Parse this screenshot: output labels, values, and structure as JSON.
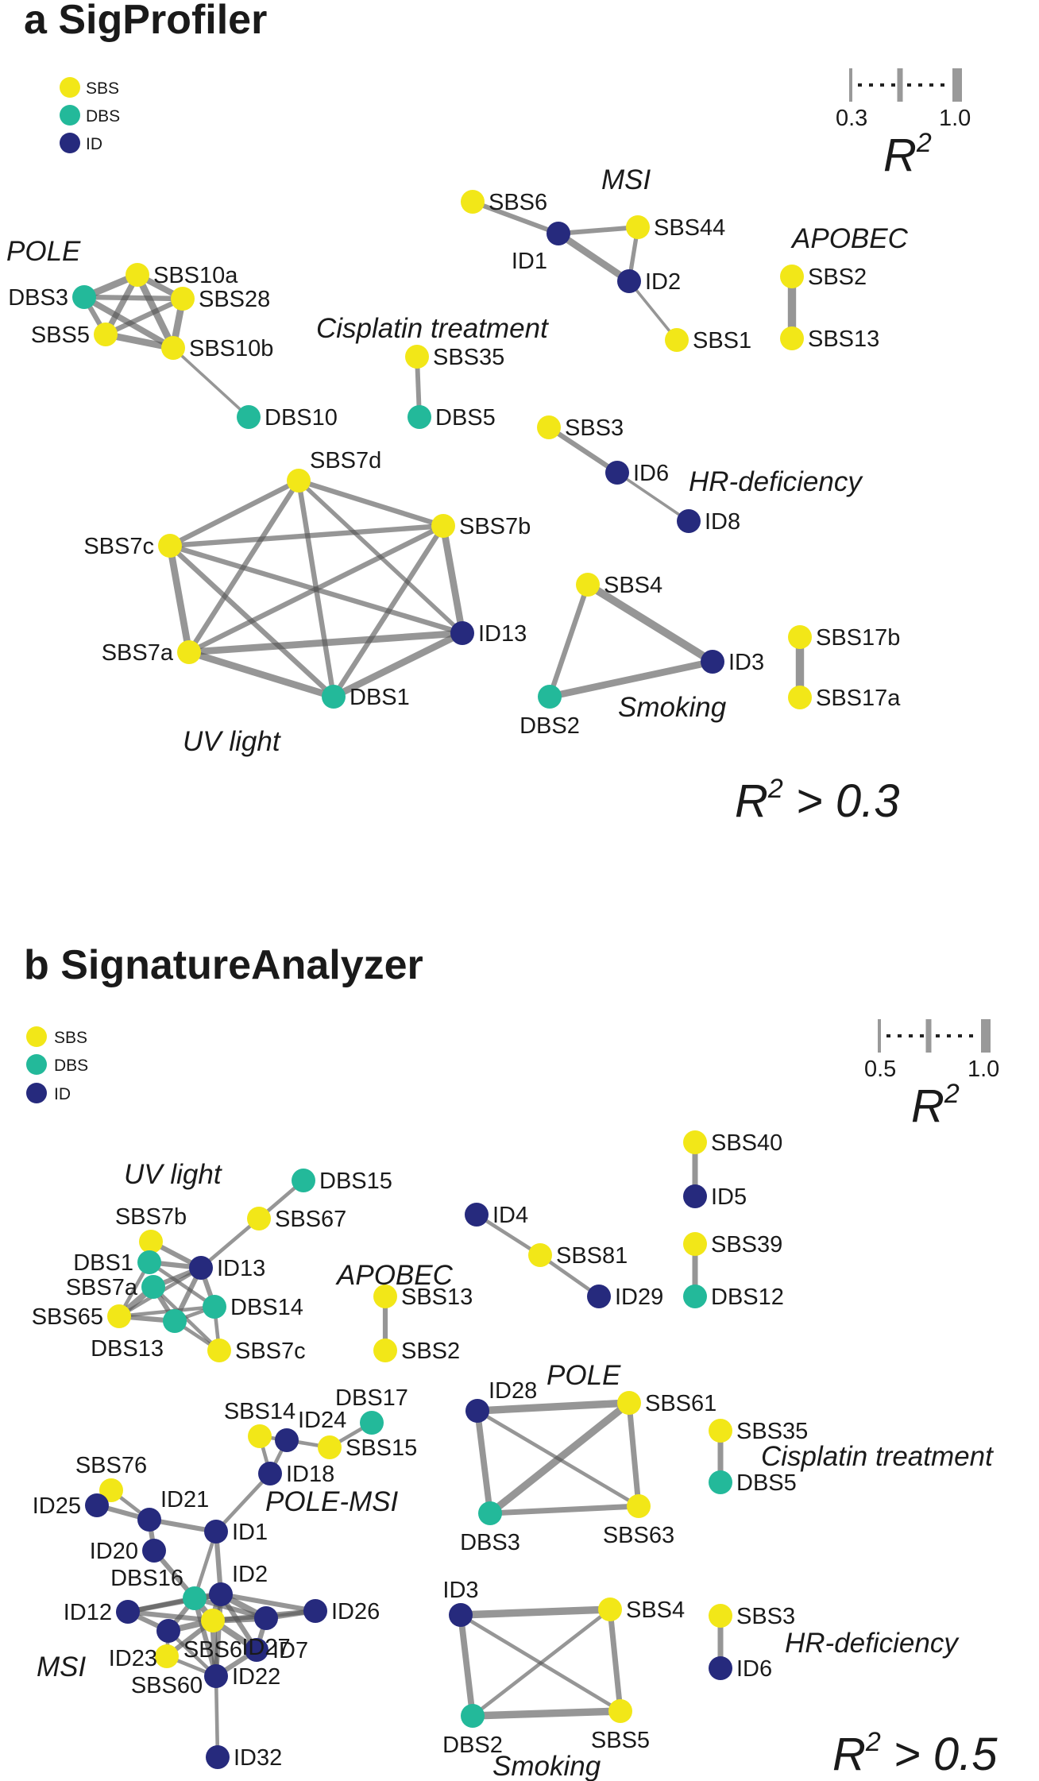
{
  "colors": {
    "SBS": "#f2e718",
    "DBS": "#23b99a",
    "ID": "#262a7d",
    "edge": "#555555"
  },
  "panels": [
    {
      "id": "a",
      "title": "a SigProfiler",
      "legend": [
        {
          "type": "SBS",
          "label": "SBS"
        },
        {
          "type": "DBS",
          "label": "DBS"
        },
        {
          "type": "ID",
          "label": "ID"
        }
      ],
      "scale": {
        "min_label": "0.3",
        "max_label": "1.0",
        "axis_label": "R",
        "axis_sup": "2"
      },
      "threshold": {
        "prefix": "R",
        "sup": "2",
        "suffix": " > 0.3"
      },
      "groups": [
        "POLE",
        "MSI",
        "APOBEC",
        "Cisplatin treatment",
        "HR-deficiency",
        "UV light",
        "Smoking"
      ],
      "nodes": [
        {
          "id": "SBS6",
          "type": "SBS"
        },
        {
          "id": "SBS44",
          "type": "SBS"
        },
        {
          "id": "ID1",
          "type": "ID"
        },
        {
          "id": "ID2",
          "type": "ID"
        },
        {
          "id": "SBS1",
          "type": "SBS"
        },
        {
          "id": "SBS2",
          "type": "SBS"
        },
        {
          "id": "SBS13",
          "type": "SBS"
        },
        {
          "id": "DBS3",
          "type": "DBS"
        },
        {
          "id": "SBS10a",
          "type": "SBS"
        },
        {
          "id": "SBS28",
          "type": "SBS"
        },
        {
          "id": "SBS5",
          "type": "SBS"
        },
        {
          "id": "SBS10b",
          "type": "SBS"
        },
        {
          "id": "DBS10",
          "type": "DBS"
        },
        {
          "id": "SBS35",
          "type": "SBS"
        },
        {
          "id": "DBS5",
          "type": "DBS"
        },
        {
          "id": "SBS3",
          "type": "SBS"
        },
        {
          "id": "ID6",
          "type": "ID"
        },
        {
          "id": "ID8",
          "type": "ID"
        },
        {
          "id": "SBS7d",
          "type": "SBS"
        },
        {
          "id": "SBS7b",
          "type": "SBS"
        },
        {
          "id": "SBS7c",
          "type": "SBS"
        },
        {
          "id": "ID13",
          "type": "ID"
        },
        {
          "id": "SBS7a",
          "type": "SBS"
        },
        {
          "id": "DBS1",
          "type": "DBS"
        },
        {
          "id": "SBS4",
          "type": "SBS"
        },
        {
          "id": "ID3",
          "type": "ID"
        },
        {
          "id": "DBS2",
          "type": "DBS"
        },
        {
          "id": "SBS17b",
          "type": "SBS"
        },
        {
          "id": "SBS17a",
          "type": "SBS"
        }
      ],
      "edges": [
        {
          "source": "SBS6",
          "target": "ID1",
          "r2": 0.55
        },
        {
          "source": "SBS44",
          "target": "ID1",
          "r2": 0.55
        },
        {
          "source": "SBS44",
          "target": "ID2",
          "r2": 0.5
        },
        {
          "source": "ID1",
          "target": "ID2",
          "r2": 0.8
        },
        {
          "source": "ID2",
          "target": "SBS1",
          "r2": 0.35
        },
        {
          "source": "SBS2",
          "target": "SBS13",
          "r2": 0.95
        },
        {
          "source": "DBS3",
          "target": "SBS10a",
          "r2": 0.8
        },
        {
          "source": "DBS3",
          "target": "SBS28",
          "r2": 0.6
        },
        {
          "source": "DBS3",
          "target": "SBS5",
          "r2": 0.6
        },
        {
          "source": "DBS3",
          "target": "SBS10b",
          "r2": 0.7
        },
        {
          "source": "SBS10a",
          "target": "SBS28",
          "r2": 0.7
        },
        {
          "source": "SBS10a",
          "target": "SBS5",
          "r2": 0.7
        },
        {
          "source": "SBS10a",
          "target": "SBS10b",
          "r2": 0.8
        },
        {
          "source": "SBS28",
          "target": "SBS5",
          "r2": 0.6
        },
        {
          "source": "SBS28",
          "target": "SBS10b",
          "r2": 0.8
        },
        {
          "source": "SBS5",
          "target": "SBS10b",
          "r2": 0.8
        },
        {
          "source": "SBS10b",
          "target": "DBS10",
          "r2": 0.35
        },
        {
          "source": "SBS35",
          "target": "DBS5",
          "r2": 0.55
        },
        {
          "source": "SBS3",
          "target": "ID6",
          "r2": 0.6
        },
        {
          "source": "ID6",
          "target": "ID8",
          "r2": 0.35
        },
        {
          "source": "SBS7d",
          "target": "SBS7b",
          "r2": 0.6
        },
        {
          "source": "SBS7d",
          "target": "SBS7c",
          "r2": 0.6
        },
        {
          "source": "SBS7d",
          "target": "ID13",
          "r2": 0.5
        },
        {
          "source": "SBS7d",
          "target": "SBS7a",
          "r2": 0.6
        },
        {
          "source": "SBS7d",
          "target": "DBS1",
          "r2": 0.6
        },
        {
          "source": "SBS7b",
          "target": "SBS7c",
          "r2": 0.6
        },
        {
          "source": "SBS7b",
          "target": "ID13",
          "r2": 0.8
        },
        {
          "source": "SBS7b",
          "target": "SBS7a",
          "r2": 0.6
        },
        {
          "source": "SBS7b",
          "target": "DBS1",
          "r2": 0.6
        },
        {
          "source": "SBS7c",
          "target": "ID13",
          "r2": 0.6
        },
        {
          "source": "SBS7c",
          "target": "SBS7a",
          "r2": 0.8
        },
        {
          "source": "SBS7c",
          "target": "DBS1",
          "r2": 0.6
        },
        {
          "source": "SBS7a",
          "target": "ID13",
          "r2": 0.8
        },
        {
          "source": "SBS7a",
          "target": "DBS1",
          "r2": 0.8
        },
        {
          "source": "ID13",
          "target": "DBS1",
          "r2": 0.8
        },
        {
          "source": "SBS4",
          "target": "ID3",
          "r2": 0.9
        },
        {
          "source": "SBS4",
          "target": "DBS2",
          "r2": 0.6
        },
        {
          "source": "ID3",
          "target": "DBS2",
          "r2": 0.8
        },
        {
          "source": "SBS17b",
          "target": "SBS17a",
          "r2": 0.95
        }
      ]
    },
    {
      "id": "b",
      "title": "b SignatureAnalyzer",
      "legend": [
        {
          "type": "SBS",
          "label": "SBS"
        },
        {
          "type": "DBS",
          "label": "DBS"
        },
        {
          "type": "ID",
          "label": "ID"
        }
      ],
      "scale": {
        "min_label": "0.5",
        "max_label": "1.0",
        "axis_label": "R",
        "axis_sup": "2"
      },
      "threshold": {
        "prefix": "R",
        "sup": "2",
        "suffix": " > 0.5"
      },
      "groups": [
        "UV light",
        "APOBEC",
        "POLE",
        "Cisplatin treatment",
        "POLE-MSI",
        "HR-deficiency",
        "MSI",
        "Smoking"
      ],
      "nodes": [
        {
          "id": "DBS15",
          "type": "DBS"
        },
        {
          "id": "SBS67",
          "type": "SBS"
        },
        {
          "id": "SBS7b",
          "type": "SBS"
        },
        {
          "id": "ID13",
          "type": "ID"
        },
        {
          "id": "DBS1",
          "type": "DBS"
        },
        {
          "id": "SBS7a",
          "type": "DBS"
        },
        {
          "id": "DBS14",
          "type": "DBS"
        },
        {
          "id": "SBS65",
          "type": "SBS"
        },
        {
          "id": "DBS13",
          "type": "DBS"
        },
        {
          "id": "SBS7c",
          "type": "SBS"
        },
        {
          "id": "SBS13",
          "type": "SBS"
        },
        {
          "id": "SBS2",
          "type": "SBS"
        },
        {
          "id": "ID4",
          "type": "ID"
        },
        {
          "id": "SBS81",
          "type": "SBS"
        },
        {
          "id": "ID29",
          "type": "ID"
        },
        {
          "id": "SBS40",
          "type": "SBS"
        },
        {
          "id": "ID5",
          "type": "ID"
        },
        {
          "id": "SBS39",
          "type": "SBS"
        },
        {
          "id": "DBS12",
          "type": "DBS"
        },
        {
          "id": "ID28",
          "type": "ID"
        },
        {
          "id": "SBS61",
          "type": "SBS"
        },
        {
          "id": "DBS3",
          "type": "DBS"
        },
        {
          "id": "SBS63",
          "type": "SBS"
        },
        {
          "id": "SBS35",
          "type": "SBS"
        },
        {
          "id": "DBS5",
          "type": "DBS"
        },
        {
          "id": "SBS14",
          "type": "SBS"
        },
        {
          "id": "ID24",
          "type": "ID"
        },
        {
          "id": "DBS17",
          "type": "DBS"
        },
        {
          "id": "SBS15",
          "type": "SBS"
        },
        {
          "id": "ID18",
          "type": "ID"
        },
        {
          "id": "SBS76",
          "type": "SBS"
        },
        {
          "id": "ID21",
          "type": "ID"
        },
        {
          "id": "ID25",
          "type": "ID"
        },
        {
          "id": "ID1",
          "type": "ID"
        },
        {
          "id": "ID20",
          "type": "ID"
        },
        {
          "id": "DBS16",
          "type": "DBS"
        },
        {
          "id": "ID2",
          "type": "ID"
        },
        {
          "id": "ID12",
          "type": "ID"
        },
        {
          "id": "ID26",
          "type": "ID"
        },
        {
          "id": "ID27",
          "type": "ID"
        },
        {
          "id": "ID23",
          "type": "ID"
        },
        {
          "id": "SBS6",
          "type": "SBS"
        },
        {
          "id": "ID7",
          "type": "ID"
        },
        {
          "id": "SBS60",
          "type": "SBS"
        },
        {
          "id": "ID22",
          "type": "ID"
        },
        {
          "id": "ID32",
          "type": "ID"
        },
        {
          "id": "ID3",
          "type": "ID"
        },
        {
          "id": "SBS4",
          "type": "SBS"
        },
        {
          "id": "DBS2",
          "type": "DBS"
        },
        {
          "id": "SBS5",
          "type": "SBS"
        },
        {
          "id": "SBS3",
          "type": "SBS"
        },
        {
          "id": "ID6",
          "type": "ID"
        }
      ],
      "edges": [
        {
          "source": "DBS15",
          "target": "SBS67",
          "r2": 0.6
        },
        {
          "source": "SBS67",
          "target": "ID13",
          "r2": 0.6
        },
        {
          "source": "SBS7b",
          "target": "ID13",
          "r2": 0.7
        },
        {
          "source": "SBS7b",
          "target": "DBS1",
          "r2": 0.7
        },
        {
          "source": "ID13",
          "target": "DBS1",
          "r2": 0.7
        },
        {
          "source": "ID13",
          "target": "SBS7a",
          "r2": 0.7
        },
        {
          "source": "ID13",
          "target": "DBS14",
          "r2": 0.7
        },
        {
          "source": "ID13",
          "target": "SBS65",
          "r2": 0.6
        },
        {
          "source": "ID13",
          "target": "DBS13",
          "r2": 0.7
        },
        {
          "source": "DBS1",
          "target": "SBS65",
          "r2": 0.6
        },
        {
          "source": "DBS1",
          "target": "DBS14",
          "r2": 0.6
        },
        {
          "source": "SBS7a",
          "target": "SBS65",
          "r2": 0.8
        },
        {
          "source": "SBS7a",
          "target": "DBS13",
          "r2": 0.7
        },
        {
          "source": "SBS7a",
          "target": "SBS7c",
          "r2": 0.6
        },
        {
          "source": "SBS65",
          "target": "DBS13",
          "r2": 0.7
        },
        {
          "source": "SBS65",
          "target": "DBS14",
          "r2": 0.6
        },
        {
          "source": "DBS13",
          "target": "DBS14",
          "r2": 0.6
        },
        {
          "source": "DBS13",
          "target": "SBS7c",
          "r2": 0.6
        },
        {
          "source": "DBS14",
          "target": "SBS7c",
          "r2": 0.6
        },
        {
          "source": "SBS13",
          "target": "SBS2",
          "r2": 0.7
        },
        {
          "source": "ID4",
          "target": "SBS81",
          "r2": 0.6
        },
        {
          "source": "SBS81",
          "target": "ID29",
          "r2": 0.6
        },
        {
          "source": "SBS40",
          "target": "ID5",
          "r2": 0.75
        },
        {
          "source": "SBS39",
          "target": "DBS12",
          "r2": 0.75
        },
        {
          "source": "ID28",
          "target": "SBS61",
          "r2": 0.9
        },
        {
          "source": "ID28",
          "target": "DBS3",
          "r2": 0.8
        },
        {
          "source": "ID28",
          "target": "SBS63",
          "r2": 0.6
        },
        {
          "source": "SBS61",
          "target": "DBS3",
          "r2": 0.9
        },
        {
          "source": "SBS61",
          "target": "SBS63",
          "r2": 0.75
        },
        {
          "source": "DBS3",
          "target": "SBS63",
          "r2": 0.75
        },
        {
          "source": "SBS35",
          "target": "DBS5",
          "r2": 0.75
        },
        {
          "source": "SBS14",
          "target": "ID24",
          "r2": 0.6
        },
        {
          "source": "SBS14",
          "target": "ID18",
          "r2": 0.6
        },
        {
          "source": "ID24",
          "target": "ID18",
          "r2": 0.6
        },
        {
          "source": "ID24",
          "target": "SBS15",
          "r2": 0.6
        },
        {
          "source": "SBS15",
          "target": "DBS17",
          "r2": 0.6
        },
        {
          "source": "ID18",
          "target": "ID1",
          "r2": 0.6
        },
        {
          "source": "SBS76",
          "target": "ID21",
          "r2": 0.6
        },
        {
          "source": "ID25",
          "target": "ID21",
          "r2": 0.7
        },
        {
          "source": "ID21",
          "target": "ID1",
          "r2": 0.7
        },
        {
          "source": "ID21",
          "target": "ID20",
          "r2": 0.7
        },
        {
          "source": "ID20",
          "target": "DBS16",
          "r2": 0.7
        },
        {
          "source": "ID1",
          "target": "DBS16",
          "r2": 0.6
        },
        {
          "source": "ID1",
          "target": "ID2",
          "r2": 0.7
        },
        {
          "source": "DBS16",
          "target": "ID2",
          "r2": 0.8
        },
        {
          "source": "DBS16",
          "target": "ID12",
          "r2": 0.7
        },
        {
          "source": "DBS16",
          "target": "ID23",
          "r2": 0.7
        },
        {
          "source": "DBS16",
          "target": "SBS6",
          "r2": 0.8
        },
        {
          "source": "DBS16",
          "target": "ID27",
          "r2": 0.7
        },
        {
          "source": "DBS16",
          "target": "ID22",
          "r2": 0.7
        },
        {
          "source": "ID2",
          "target": "ID12",
          "r2": 0.7
        },
        {
          "source": "ID2",
          "target": "ID26",
          "r2": 0.7
        },
        {
          "source": "ID2",
          "target": "ID27",
          "r2": 0.8
        },
        {
          "source": "ID2",
          "target": "SBS6",
          "r2": 0.9
        },
        {
          "source": "ID2",
          "target": "ID7",
          "r2": 0.7
        },
        {
          "source": "ID2",
          "target": "ID22",
          "r2": 0.7
        },
        {
          "source": "ID12",
          "target": "ID23",
          "r2": 0.7
        },
        {
          "source": "ID12",
          "target": "SBS6",
          "r2": 0.7
        },
        {
          "source": "ID23",
          "target": "SBS6",
          "r2": 0.8
        },
        {
          "source": "ID23",
          "target": "SBS60",
          "r2": 0.6
        },
        {
          "source": "ID23",
          "target": "ID22",
          "r2": 0.6
        },
        {
          "source": "SBS6",
          "target": "ID27",
          "r2": 0.8
        },
        {
          "source": "SBS6",
          "target": "ID7",
          "r2": 0.8
        },
        {
          "source": "SBS6",
          "target": "ID22",
          "r2": 0.8
        },
        {
          "source": "SBS6",
          "target": "SBS60",
          "r2": 0.7
        },
        {
          "source": "SBS6",
          "target": "ID26",
          "r2": 0.7
        },
        {
          "source": "ID27",
          "target": "ID26",
          "r2": 0.7
        },
        {
          "source": "ID27",
          "target": "ID7",
          "r2": 0.7
        },
        {
          "source": "ID7",
          "target": "ID22",
          "r2": 0.7
        },
        {
          "source": "SBS60",
          "target": "ID22",
          "r2": 0.6
        },
        {
          "source": "ID22",
          "target": "ID32",
          "r2": 0.6
        },
        {
          "source": "ID3",
          "target": "SBS4",
          "r2": 0.9
        },
        {
          "source": "ID3",
          "target": "DBS2",
          "r2": 0.8
        },
        {
          "source": "ID3",
          "target": "SBS5",
          "r2": 0.6
        },
        {
          "source": "SBS4",
          "target": "DBS2",
          "r2": 0.6
        },
        {
          "source": "SBS4",
          "target": "SBS5",
          "r2": 0.75
        },
        {
          "source": "DBS2",
          "target": "SBS5",
          "r2": 0.9
        },
        {
          "source": "SBS3",
          "target": "ID6",
          "r2": 0.75
        }
      ]
    }
  ]
}
